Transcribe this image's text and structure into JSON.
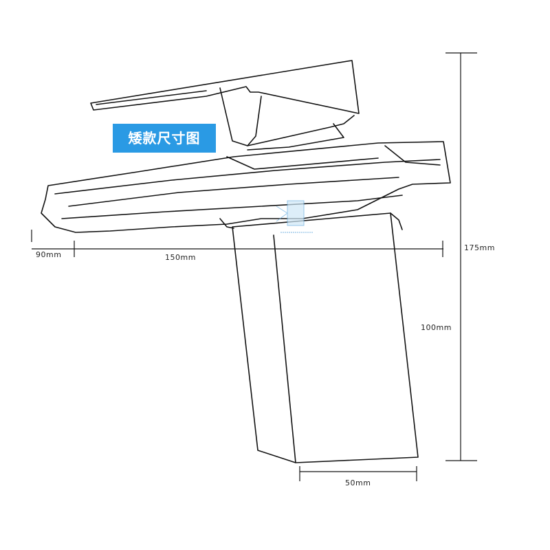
{
  "title": "矮款尺寸图",
  "dimensions": {
    "depth": "90mm",
    "spout_length": "150mm",
    "total_height": "175mm",
    "body_height": "100mm",
    "body_width": "50mm"
  },
  "colors": {
    "badge": "#2a9ae4",
    "line": "#111111"
  },
  "icons": {
    "watermark": "faucet-logo-watermark"
  }
}
